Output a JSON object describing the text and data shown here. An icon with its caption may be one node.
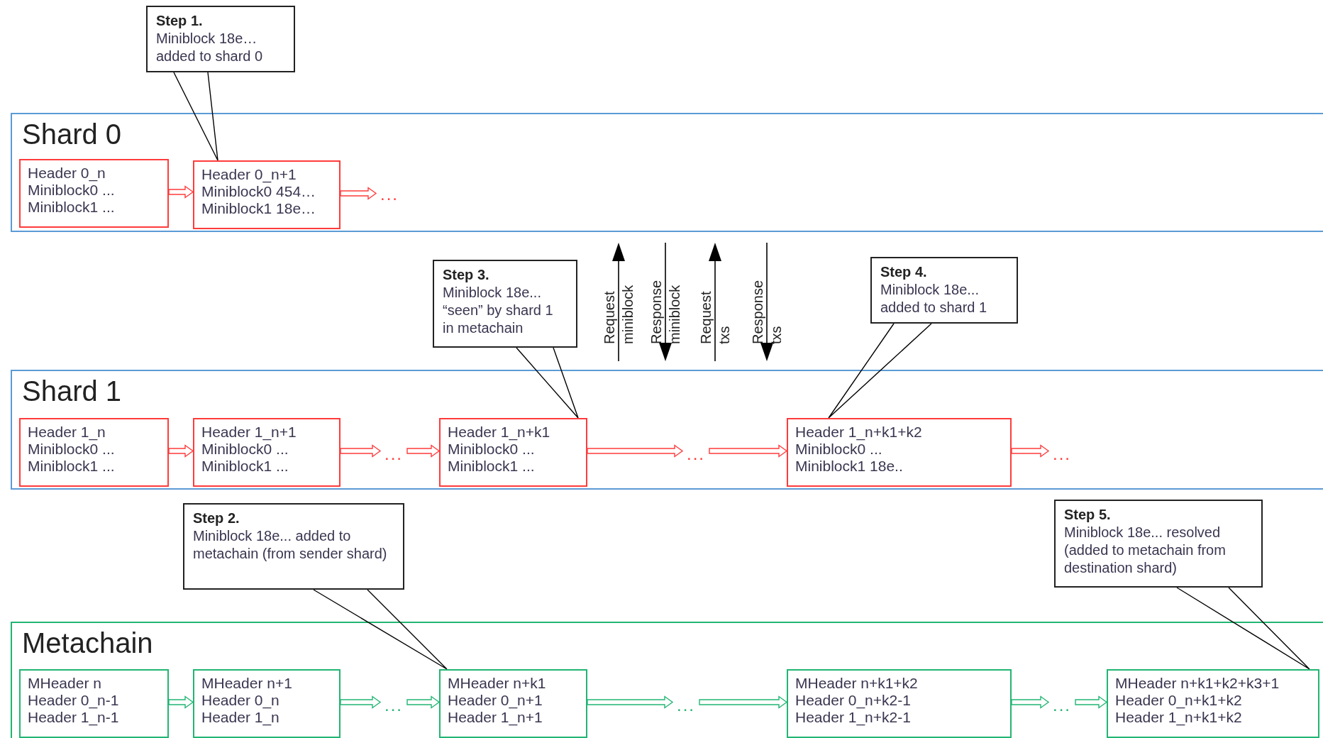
{
  "diagram": {
    "nodes": [
      {
        "text": [
          "Step 1.",
          "Miniblock 18e… added to shard 0"
        ]
      },
      {
        "text": [
          "Shard 0"
        ]
      },
      {
        "text": [
          "Header 0_n",
          "Miniblock0 ...",
          "Miniblock1 ..."
        ],
        "in": 1
      },
      {
        "text": [
          "Header 0_n+1",
          "Miniblock0 454…",
          "Miniblock1 18e…"
        ],
        "in": 1
      },
      {
        "text": [
          "..."
        ],
        "in": 1
      },
      {
        "text": [
          "Step 3.",
          "Miniblock 18e... “seen” by shard 1 in metachain"
        ]
      },
      {
        "text": [
          "Step 4.",
          "Miniblock 18e... added to shard 1"
        ]
      },
      {
        "text": [
          "Shard 1"
        ]
      },
      {
        "text": [
          "Header 1_n",
          "Miniblock0 ...",
          "Miniblock1 ..."
        ],
        "in": 7
      },
      {
        "text": [
          "Header 1_n+1",
          "Miniblock0 ...",
          "Miniblock1 ..."
        ],
        "in": 7
      },
      {
        "text": [
          "..."
        ],
        "in": 7
      },
      {
        "text": [
          "Header 1_n+k1",
          "Miniblock0 ...",
          "Miniblock1 ..."
        ],
        "in": 7
      },
      {
        "text": [
          "..."
        ],
        "in": 7
      },
      {
        "text": [
          "Header 1_n+k1+k2",
          "Miniblock0 ...",
          "Miniblock1 18e.."
        ],
        "in": 7
      },
      {
        "text": [
          "..."
        ],
        "in": 7
      },
      {
        "text": [
          "Step 2.",
          "Miniblock 18e... added to metachain (from sender shard)"
        ]
      },
      {
        "text": [
          "Step 5.",
          "Miniblock 18e... resolved (added to metachain from destination shard)"
        ]
      },
      {
        "text": [
          "Metachain"
        ]
      },
      {
        "text": [
          "MHeader n",
          "Header 0_n-1",
          "Header 1_n-1"
        ],
        "in": 17
      },
      {
        "text": [
          "MHeader n+1",
          "Header 0_n",
          "Header 1_n"
        ],
        "in": 17
      },
      {
        "text": [
          "..."
        ],
        "in": 17
      },
      {
        "text": [
          "MHeader n+k1",
          "Header 0_n+1",
          "Header 1_n+1"
        ],
        "in": 17
      },
      {
        "text": [
          "..."
        ],
        "in": 17
      },
      {
        "text": [
          "MHeader n+k1+k2",
          "Header 0_n+k2-1",
          "Header 1_n+k2-1"
        ],
        "in": 17
      },
      {
        "text": [
          "..."
        ],
        "in": 17
      },
      {
        "text": [
          "MHeader n+k1+k2+k3+1",
          "Header 0_n+k1+k2",
          "Header 1_n+k1+k2"
        ],
        "in": 17
      }
    ],
    "edges": [
      {
        "from": 0,
        "to": 3,
        "arrow": "none",
        "color": "#000000"
      },
      {
        "from": 2,
        "to": 3,
        "arrow": "to"
      },
      {
        "from": 3,
        "to": 4,
        "arrow": "to"
      },
      {
        "from": 5,
        "to": 11,
        "arrow": "none",
        "color": "#000000"
      },
      {
        "from": 6,
        "to": 13,
        "arrow": "none",
        "color": "#000000"
      },
      {
        "from": 8,
        "to": 9,
        "arrow": "to"
      },
      {
        "from": 9,
        "to": 10,
        "arrow": "to"
      },
      {
        "from": 10,
        "to": 11,
        "arrow": "to"
      },
      {
        "from": 11,
        "to": 12,
        "arrow": "to"
      },
      {
        "from": 12,
        "to": 13,
        "arrow": "to"
      },
      {
        "from": 13,
        "to": 14,
        "arrow": "to"
      },
      {
        "from": 15,
        "to": 21,
        "arrow": "none",
        "color": "#000000"
      },
      {
        "from": 16,
        "to": 25,
        "arrow": "none",
        "color": "#000000"
      },
      {
        "from": 18,
        "to": 19,
        "arrow": "to",
        "color": "#22b573"
      },
      {
        "from": 19,
        "to": 20,
        "arrow": "to",
        "color": "#22b573"
      },
      {
        "from": 20,
        "to": 21,
        "arrow": "to",
        "color": "#22b573"
      },
      {
        "from": 21,
        "to": 22,
        "arrow": "to",
        "color": "#22b573"
      },
      {
        "from": 22,
        "to": 23,
        "arrow": "to",
        "color": "#22b573"
      },
      {
        "from": 23,
        "to": 24,
        "arrow": "to",
        "color": "#22b573"
      },
      {
        "from": 24,
        "to": 25,
        "arrow": "to",
        "color": "#22b573"
      }
    ],
    "labels": [
      "Request miniblock",
      "Response miniblock",
      "Request txs",
      "Response txs"
    ]
  }
}
